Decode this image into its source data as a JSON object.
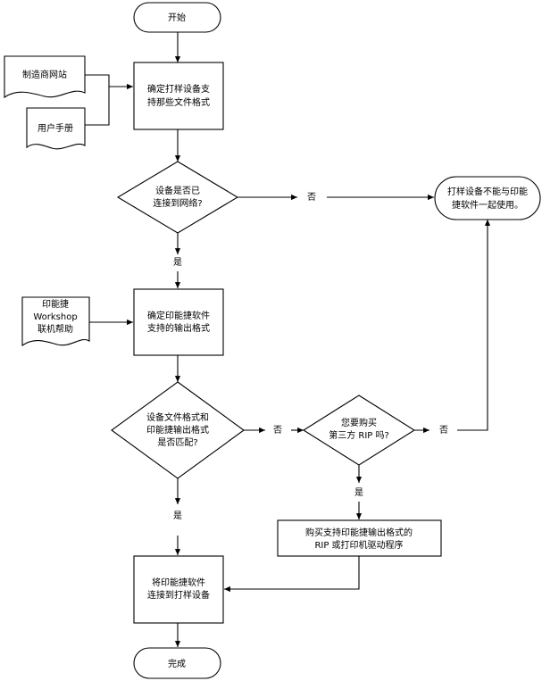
{
  "flowchart": {
    "start": "开始",
    "end": "完成",
    "source_website": "制造商网站",
    "source_manual": "用户手册",
    "step_identify_formats": [
      "确定打样设备支",
      "持那些文件格式"
    ],
    "decision_network": [
      "设备是否已",
      "连接到网络?"
    ],
    "label_no_network": "否",
    "result_cannot_use": [
      "打样设备不能与印能",
      "捷软件一起使用。"
    ],
    "label_yes_network": "是",
    "help_doc": [
      "印能捷",
      "Workshop",
      "联机帮助"
    ],
    "step_output_formats": [
      "确定印能捷软件",
      "支持的输出格式"
    ],
    "decision_match": [
      "设备文件格式和",
      "印能捷输出格式",
      "是否匹配?"
    ],
    "label_no_match": "否",
    "decision_rip": [
      "您要购买",
      "第三方 RIP 吗?"
    ],
    "label_no_rip": "否",
    "label_yes_match": "是",
    "label_yes_rip": "是",
    "step_buy_rip": [
      "购买支持印能捷输出格式的",
      "RIP 或打印机驱动程序"
    ],
    "step_connect": [
      "将印能捷软件",
      "连接到打样设备"
    ]
  }
}
